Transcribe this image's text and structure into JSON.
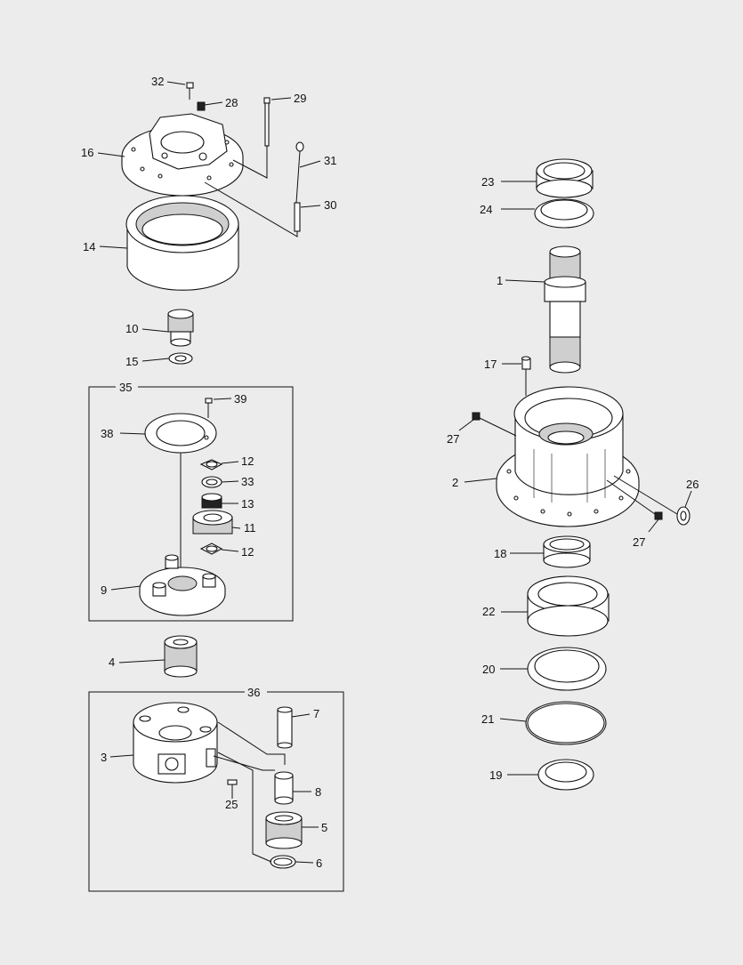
{
  "diagram": {
    "groups": [
      {
        "id": "group-35",
        "label": "35"
      },
      {
        "id": "group-36",
        "label": "36"
      }
    ],
    "callouts": [
      {
        "id": "c32",
        "label": "32"
      },
      {
        "id": "c28",
        "label": "28"
      },
      {
        "id": "c29",
        "label": "29"
      },
      {
        "id": "c16",
        "label": "16"
      },
      {
        "id": "c31",
        "label": "31"
      },
      {
        "id": "c30",
        "label": "30"
      },
      {
        "id": "c14",
        "label": "14"
      },
      {
        "id": "c10",
        "label": "10"
      },
      {
        "id": "c15",
        "label": "15"
      },
      {
        "id": "c39",
        "label": "39"
      },
      {
        "id": "c38",
        "label": "38"
      },
      {
        "id": "c12a",
        "label": "12"
      },
      {
        "id": "c33",
        "label": "33"
      },
      {
        "id": "c13",
        "label": "13"
      },
      {
        "id": "c11",
        "label": "11"
      },
      {
        "id": "c12b",
        "label": "12"
      },
      {
        "id": "c9",
        "label": "9"
      },
      {
        "id": "c4",
        "label": "4"
      },
      {
        "id": "c7",
        "label": "7"
      },
      {
        "id": "c3",
        "label": "3"
      },
      {
        "id": "c8",
        "label": "8"
      },
      {
        "id": "c25",
        "label": "25"
      },
      {
        "id": "c5",
        "label": "5"
      },
      {
        "id": "c6",
        "label": "6"
      },
      {
        "id": "c23",
        "label": "23"
      },
      {
        "id": "c24",
        "label": "24"
      },
      {
        "id": "c1",
        "label": "1"
      },
      {
        "id": "c17",
        "label": "17"
      },
      {
        "id": "c27a",
        "label": "27"
      },
      {
        "id": "c2",
        "label": "2"
      },
      {
        "id": "c26",
        "label": "26"
      },
      {
        "id": "c27b",
        "label": "27"
      },
      {
        "id": "c18",
        "label": "18"
      },
      {
        "id": "c22",
        "label": "22"
      },
      {
        "id": "c20",
        "label": "20"
      },
      {
        "id": "c21",
        "label": "21"
      },
      {
        "id": "c19",
        "label": "19"
      }
    ]
  }
}
